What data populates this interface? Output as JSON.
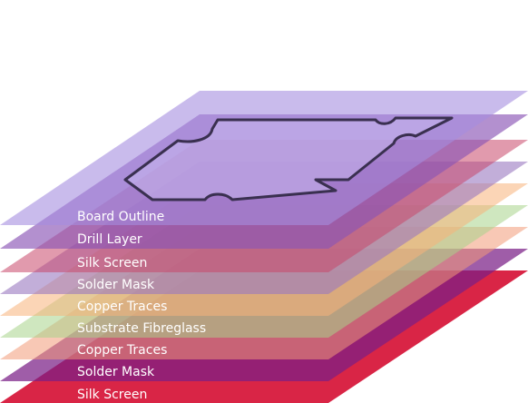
{
  "diagram": {
    "layers": [
      {
        "label": "Silk Screen",
        "color": "#c8102e"
      },
      {
        "label": "Solder Mask",
        "color": "#7a1a7a"
      },
      {
        "label": "Copper Traces",
        "color": "#e23a3a"
      },
      {
        "label": "Substrate Fibreglass",
        "color": "#6b6b2a"
      },
      {
        "label": "Copper Traces",
        "color": "#e07b20"
      },
      {
        "label": "Solder Mask",
        "color": "#8a4f9e"
      },
      {
        "label": "Silk Screen",
        "color": "#b8324e"
      },
      {
        "label": "Drill Layer",
        "color": "#7c4aa8"
      },
      {
        "label": "Board Outline",
        "color": "#8c6cd6"
      }
    ],
    "outline_color": "#3a3050"
  }
}
